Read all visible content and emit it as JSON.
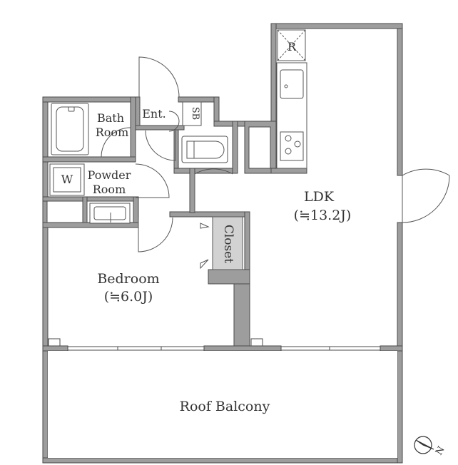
{
  "colors": {
    "wall": "#9d9d9d",
    "wall_outline": "#4a4a4a",
    "fixture_stroke": "#555555",
    "closet_fill": "#d2d2d2",
    "text": "#333333"
  },
  "rooms": {
    "ldk": {
      "name": "LDK",
      "area": "(≒13.2J)"
    },
    "bedroom": {
      "name": "Bedroom",
      "area": "(≒6.0J)"
    },
    "roof_balcony": {
      "name": "Roof Balcony"
    },
    "bath": {
      "line1": "Bath",
      "line2": "Room"
    },
    "powder": {
      "line1": "Powder",
      "line2": "Room"
    },
    "entrance": {
      "name": "Ent."
    },
    "shoe_box": {
      "name": "SB"
    },
    "closet": {
      "name": "Closet"
    }
  },
  "fixtures": {
    "refrigerator": {
      "label": "R"
    },
    "washer": {
      "label": "W"
    }
  },
  "compass": {
    "label": "N"
  }
}
